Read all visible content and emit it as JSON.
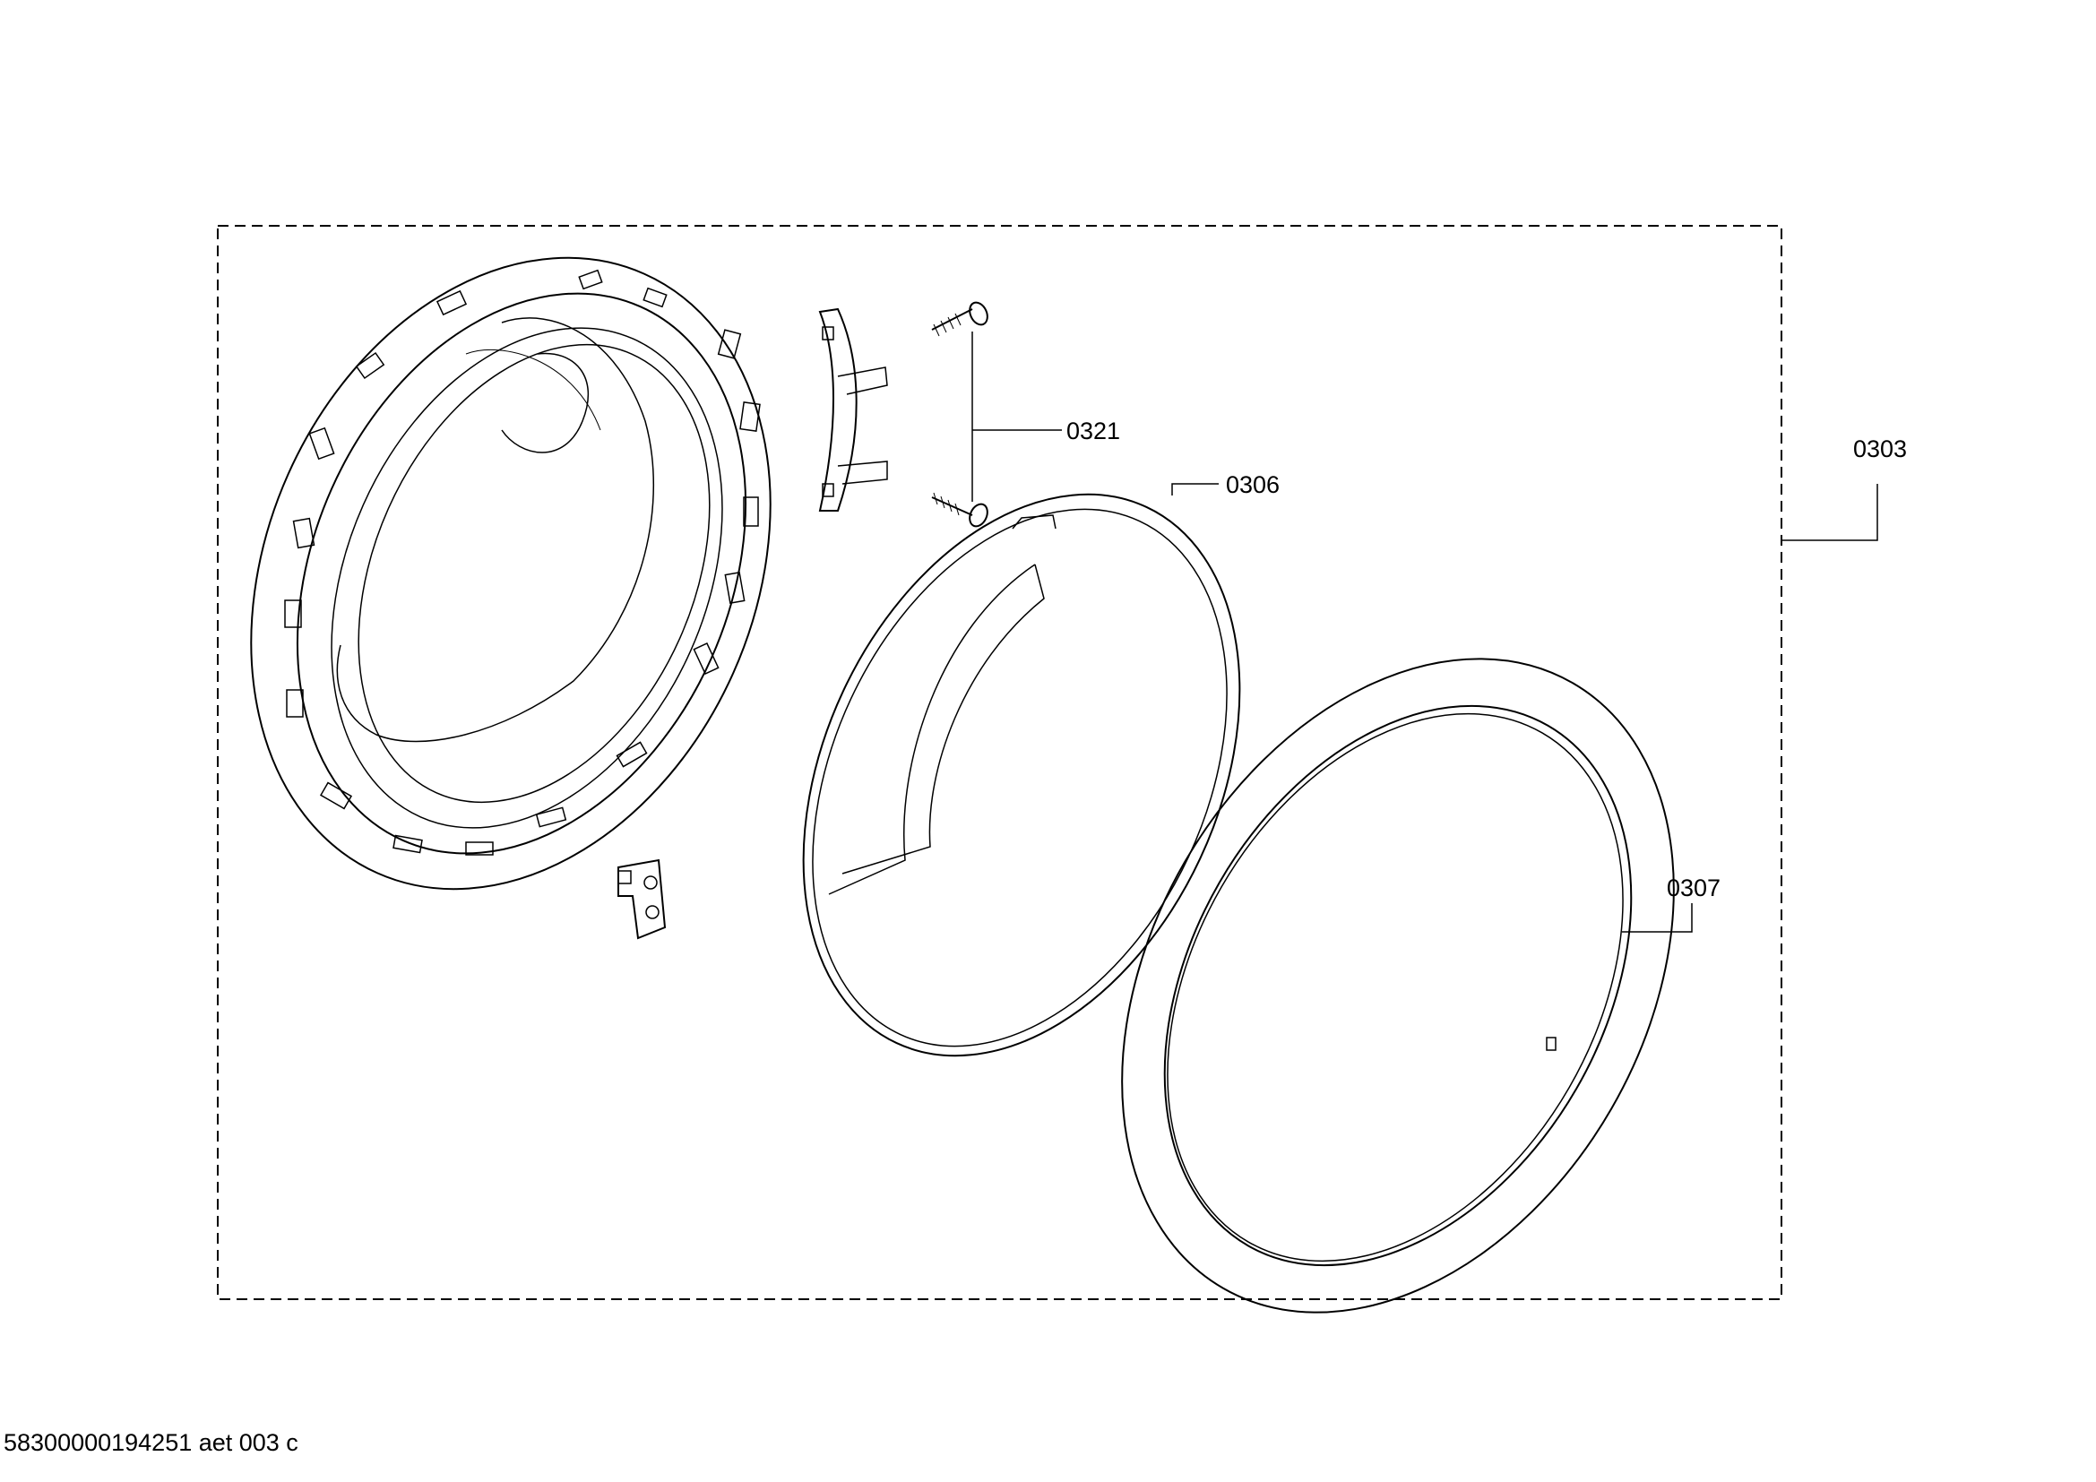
{
  "callouts": {
    "screws": "0321",
    "door_glass": "0306",
    "door_assembly": "0303",
    "door_ring": "0307"
  },
  "footer": {
    "document_code": "58300000194251 aet 003 c"
  },
  "colors": {
    "line": "#000000",
    "background": "#ffffff"
  }
}
